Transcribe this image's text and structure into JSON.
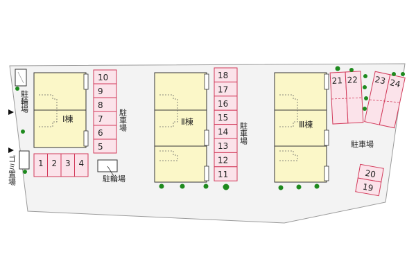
{
  "colors": {
    "lot_fill": "#f3f3f3",
    "lot_stroke": "#9a9a9a",
    "building_fill": "#fbf7c8",
    "building_stroke": "#333333",
    "parking_fill": "#fbe3ea",
    "parking_stroke": "#d23a5a",
    "tree": "#1e8a1e",
    "text": "#222222"
  },
  "labels": {
    "bicycle_left": "駐輪場",
    "garbage": "ゴミ置場",
    "bicycle_bottom": "駐輪場",
    "parking_a": "駐車場",
    "parking_b": "駐車場",
    "parking_c": "駐車場"
  },
  "buildings": [
    {
      "name": "Ⅰ棟"
    },
    {
      "name": "Ⅱ棟"
    },
    {
      "name": "Ⅲ棟"
    }
  ],
  "parking_groups": {
    "bottom_left": [
      "1",
      "2",
      "3",
      "4"
    ],
    "column_a": [
      "10",
      "9",
      "8",
      "7",
      "6",
      "5"
    ],
    "column_b": [
      "18",
      "17",
      "16",
      "15",
      "14",
      "13",
      "12",
      "11"
    ],
    "angled_pair_1": [
      "21",
      "22"
    ],
    "angled_pair_2": [
      "23",
      "24"
    ],
    "stack_right": [
      "20",
      "19"
    ]
  },
  "icons": [
    "entrance-arrow-icon",
    "tree-icon"
  ]
}
